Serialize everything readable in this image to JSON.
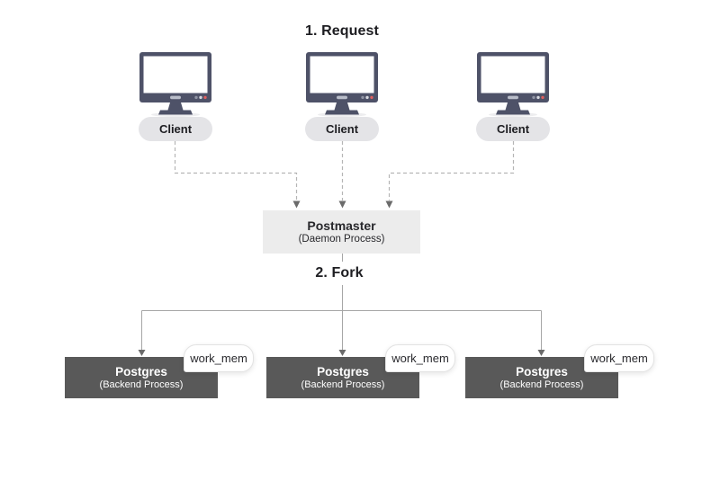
{
  "title": "1. Request",
  "fork_label": "2. Fork",
  "clients": [
    {
      "label": "Client"
    },
    {
      "label": "Client"
    },
    {
      "label": "Client"
    }
  ],
  "postmaster": {
    "title": "Postmaster",
    "subtitle": "(Daemon Process)"
  },
  "backends": [
    {
      "title": "Postgres",
      "subtitle": "(Backend Process)",
      "badge": "work_mem"
    },
    {
      "title": "Postgres",
      "subtitle": "(Backend Process)",
      "badge": "work_mem"
    },
    {
      "title": "Postgres",
      "subtitle": "(Backend Process)",
      "badge": "work_mem"
    }
  ],
  "icons": {
    "client_device": "desktop-monitor-icon"
  },
  "colors": {
    "background": "#ffffff",
    "monitor_frame": "#4e5268",
    "monitor_screen": "#ffffff",
    "monitor_dot_red": "#e05f5f",
    "client_pill_bg": "#e4e4e7",
    "postmaster_bg": "#ececec",
    "backend_bg": "#595959",
    "backend_text": "#ffffff",
    "dashed_line": "#b5b5b5",
    "solid_line": "#a6a6a6",
    "arrowhead": "#6b6b6b",
    "text_dark": "#1d1d21",
    "badge_bg": "#ffffff",
    "badge_border": "#e3e3e3"
  }
}
